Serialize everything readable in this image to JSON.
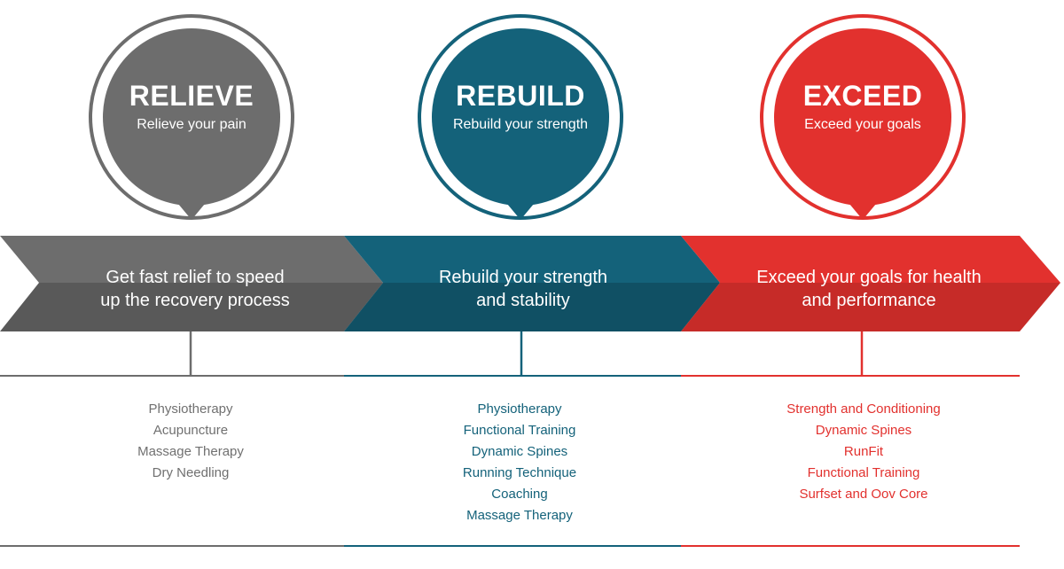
{
  "colors": {
    "relieve": "#6d6d6d",
    "rebuild": "#14627a",
    "exceed": "#e2312e"
  },
  "stages": [
    {
      "key": "relieve",
      "title": "RELIEVE",
      "subtitle": "Relieve your pain",
      "band_line1": "Get fast relief to speed",
      "band_line2": "up the recovery process",
      "items": [
        "Physiotherapy",
        "Acupuncture",
        "Massage Therapy",
        "Dry Needling"
      ]
    },
    {
      "key": "rebuild",
      "title": "REBUILD",
      "subtitle": "Rebuild your strength",
      "band_line1": "Rebuild your strength",
      "band_line2": "and stability",
      "items": [
        "Physiotherapy",
        "Functional Training",
        "Dynamic Spines",
        "Running Technique",
        "Coaching",
        "Massage Therapy"
      ]
    },
    {
      "key": "exceed",
      "title": "EXCEED",
      "subtitle": "Exceed your goals",
      "band_line1": "Exceed your goals for health",
      "band_line2": "and performance",
      "items": [
        "Strength and Conditioning",
        "Dynamic Spines",
        "RunFit",
        "Functional Training",
        "Surfset and Oov Core"
      ]
    }
  ]
}
